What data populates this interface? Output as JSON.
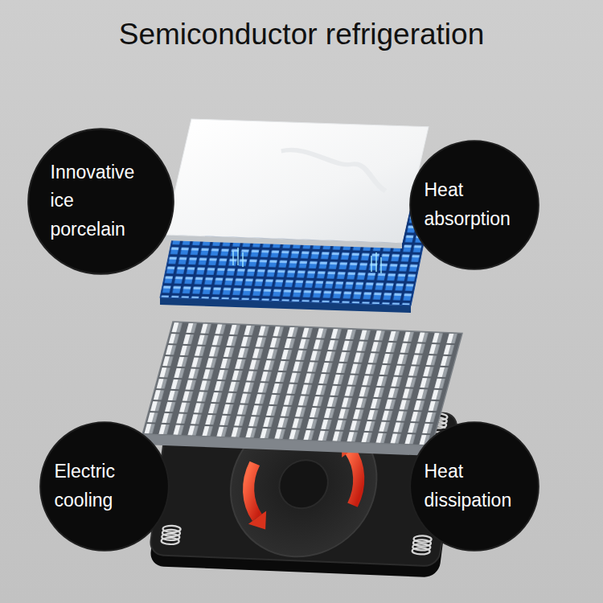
{
  "diagram": {
    "title": "Semiconductor refrigeration",
    "nodes": [
      {
        "text": [
          "Innovative ice porcelain"
        ]
      },
      {
        "text": [
          "Heat absorption"
        ]
      },
      {
        "text": [
          "Electric cooling"
        ]
      },
      {
        "text": [
          "Heat dissipation"
        ]
      }
    ]
  }
}
